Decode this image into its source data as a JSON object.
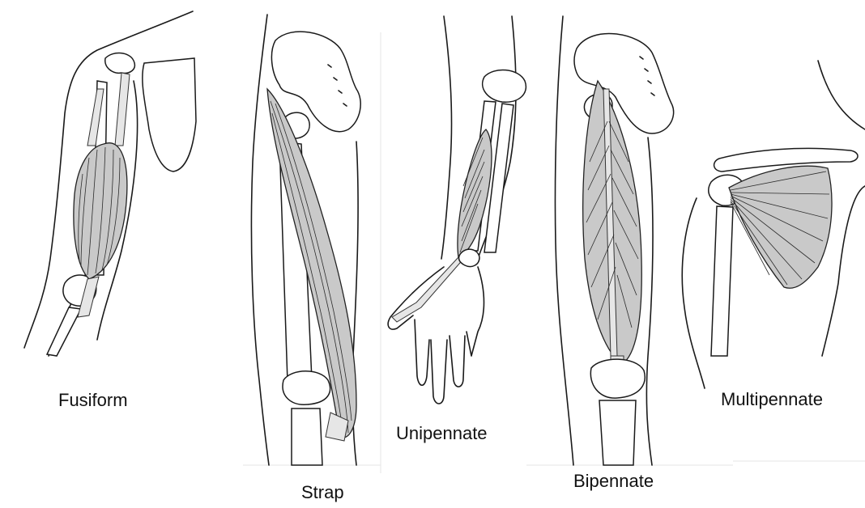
{
  "labels": {
    "fusiform": "Fusiform",
    "strap": "Strap",
    "unipennate": "Unipennate",
    "bipennate": "Bipennate",
    "multipennate": "Multipennate"
  },
  "colors": {
    "muscle": "#c9c9c9",
    "tendon": "#e6e6e6",
    "line": "#1a1a1a"
  }
}
